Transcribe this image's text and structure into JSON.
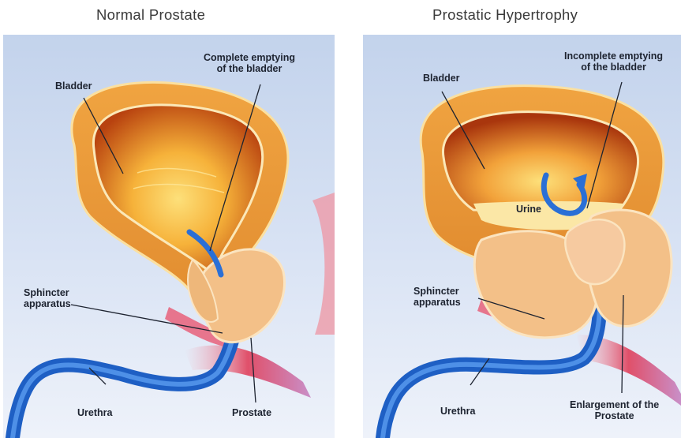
{
  "panels": {
    "left": {
      "title": "Normal Prostate",
      "labels": {
        "bladder": "Bladder",
        "emptying_line1": "Complete emptying",
        "emptying_line2": "of the bladder",
        "sphincter_line1": "Sphincter",
        "sphincter_line2": "apparatus",
        "urethra": "Urethra",
        "prostate": "Prostate"
      }
    },
    "right": {
      "title": "Prostatic Hypertrophy",
      "labels": {
        "bladder": "Bladder",
        "emptying_line1": "Incomplete emptying",
        "emptying_line2": "of the bladder",
        "urine": "Urine",
        "sphincter_line1": "Sphincter",
        "sphincter_line2": "apparatus",
        "urethra": "Urethra",
        "enlargement_line1": "Enlargement of the",
        "enlargement_line2": "Prostate"
      }
    }
  },
  "colors": {
    "background_blue": "#cfdcf0",
    "bladder_wall": "#eb9a35",
    "bladder_lumen": "#f6b23a",
    "prostate": "#f3c088",
    "urethra": "#2a6fd6",
    "vessel": "#e0506a",
    "pointer_line": "#1d2330"
  }
}
